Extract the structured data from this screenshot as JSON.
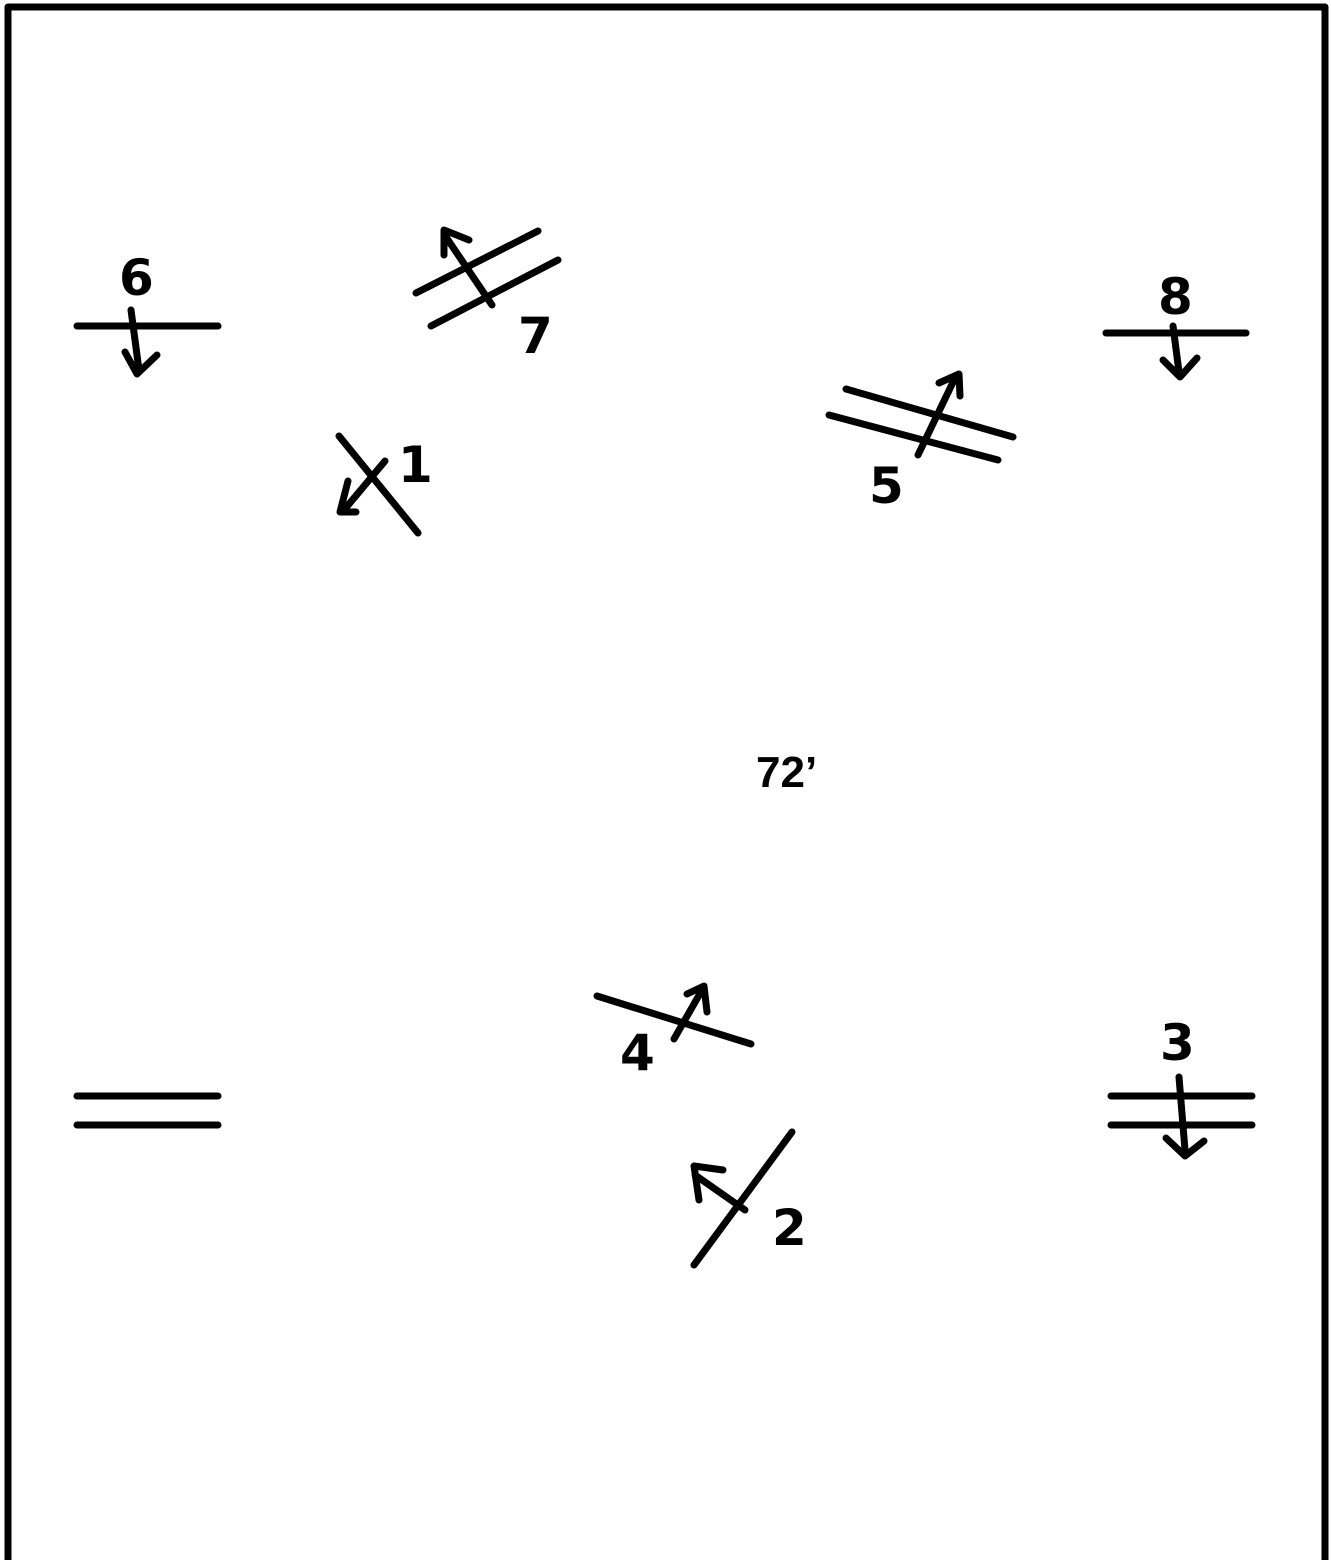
{
  "diagram": {
    "dimension_label": "72’",
    "markers": [
      {
        "id": "marker-6",
        "label": "6",
        "lines": 1,
        "arrow": "down"
      },
      {
        "id": "marker-7",
        "label": "7",
        "lines": 2,
        "arrow": "up-left"
      },
      {
        "id": "marker-1",
        "label": "1",
        "lines": 1,
        "arrow": "down-left"
      },
      {
        "id": "marker-8",
        "label": "8",
        "lines": 1,
        "arrow": "down"
      },
      {
        "id": "marker-5",
        "label": "5",
        "lines": 2,
        "arrow": "up-right"
      },
      {
        "id": "marker-4",
        "label": "4",
        "lines": 1,
        "arrow": "up-right"
      },
      {
        "id": "marker-2",
        "label": "2",
        "lines": 1,
        "arrow": "up-left"
      },
      {
        "id": "marker-3",
        "label": "3",
        "lines": 2,
        "arrow": "down"
      },
      {
        "id": "marker-unlabeled",
        "label": "",
        "lines": 2,
        "arrow": "none"
      }
    ]
  }
}
